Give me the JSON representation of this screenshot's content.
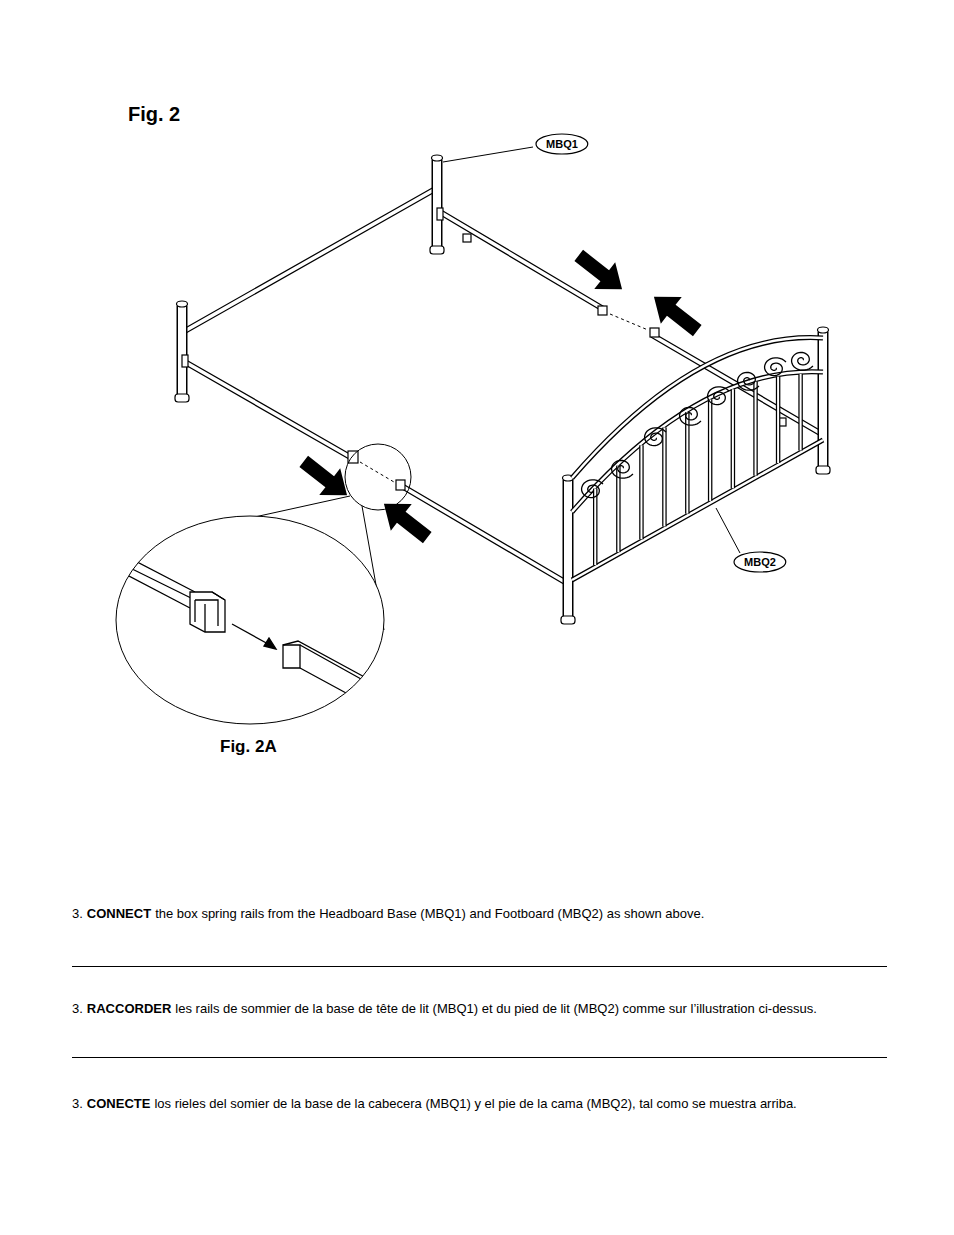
{
  "diagram": {
    "title": "Fig. 2",
    "nodes": [
      {
        "text": [
          "MBQ1"
        ]
      },
      {
        "text": [
          "MBQ2"
        ]
      }
    ],
    "labels": [
      "Fig. 2A",
      "3.",
      "CONNECT",
      "the box spring rails from the Headboard Base (MBQ1) and Footboard (MBQ2) as shown above.",
      "3.",
      "RACCORDER",
      "les rails de sommier de la base de tête de lit (MBQ1) et du pied de lit (MBQ2) comme sur l’illustration ci-dessus.",
      "3.",
      "CONECTE",
      "los rieles del somier de la base de la cabecera (MBQ1) y el pie de la cama (MBQ2), tal como se muestra arriba."
    ]
  }
}
